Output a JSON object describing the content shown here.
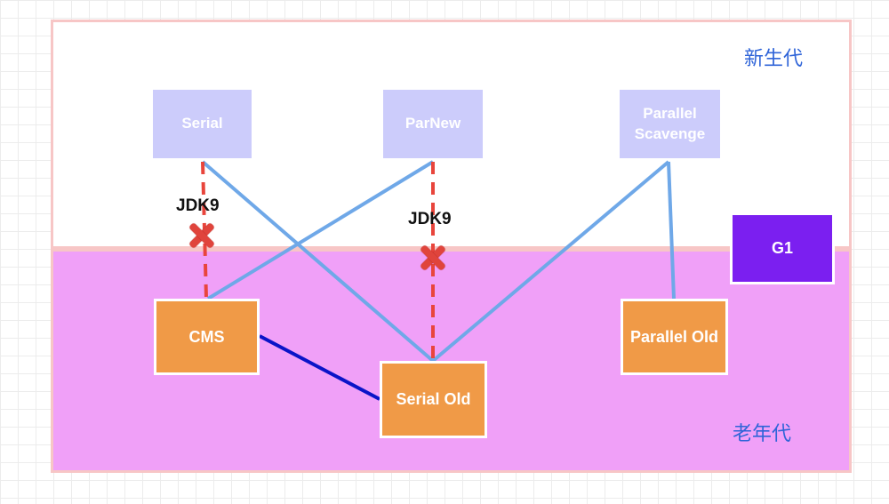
{
  "zones": {
    "young_label": "新生代",
    "old_label": "老年代"
  },
  "collectors": {
    "serial": "Serial",
    "parnew": "ParNew",
    "parallel_scavenge": "Parallel Scavenge",
    "cms": "CMS",
    "serial_old": "Serial Old",
    "parallel_old": "Parallel Old",
    "g1": "G1"
  },
  "annotations": {
    "serial_cms_removed": "JDK9",
    "parnew_serialold_removed": "JDK9"
  },
  "colors": {
    "young_box": "#ccccfb",
    "old_box": "#f09a47",
    "g1_box": "#7b1ff0",
    "old_zone": "#f0a0f8",
    "link": "#6fa8e8",
    "removed_link": "#e8453c",
    "cms_fallback_link": "#0a14c8",
    "zone_label": "#2f64d8"
  },
  "connections": [
    {
      "from": "Serial",
      "to": "CMS",
      "style": "removed"
    },
    {
      "from": "Serial",
      "to": "Serial Old",
      "style": "normal"
    },
    {
      "from": "ParNew",
      "to": "CMS",
      "style": "normal"
    },
    {
      "from": "ParNew",
      "to": "Serial Old",
      "style": "removed"
    },
    {
      "from": "Parallel Scavenge",
      "to": "Serial Old",
      "style": "normal"
    },
    {
      "from": "Parallel Scavenge",
      "to": "Parallel Old",
      "style": "normal"
    },
    {
      "from": "CMS",
      "to": "Serial Old",
      "style": "fallback"
    }
  ]
}
